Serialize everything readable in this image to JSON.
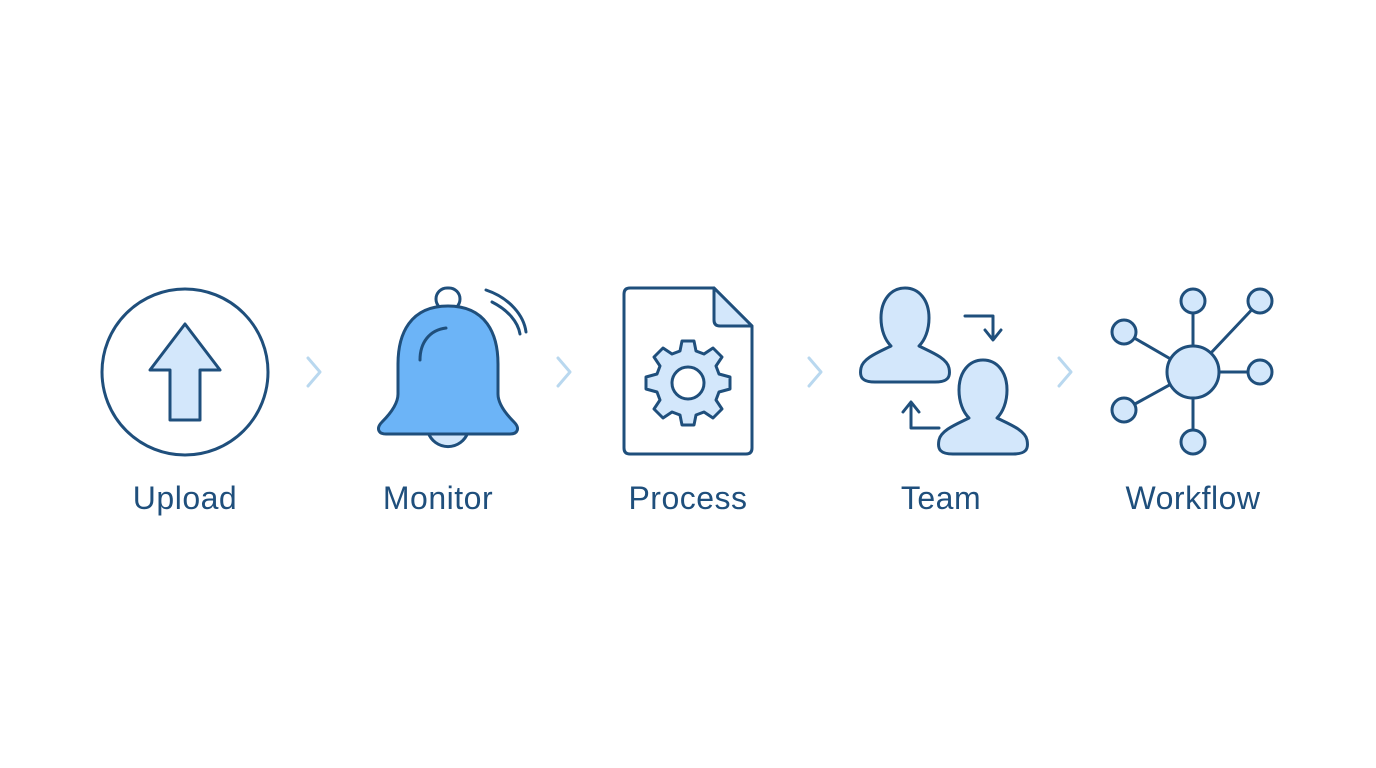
{
  "steps": [
    {
      "label": "Upload",
      "icon": "upload-arrow-circle-icon"
    },
    {
      "label": "Monitor",
      "icon": "notification-bell-icon"
    },
    {
      "label": "Process",
      "icon": "document-gear-icon"
    },
    {
      "label": "Team",
      "icon": "team-exchange-icon"
    },
    {
      "label": "Workflow",
      "icon": "network-hub-icon"
    }
  ],
  "colors": {
    "stroke": "#1f4f7c",
    "fill_light": "#d3e7fb",
    "fill_accent": "#6cb4f7",
    "chevron": "#b9d8ef",
    "text": "#1f4f7c"
  }
}
